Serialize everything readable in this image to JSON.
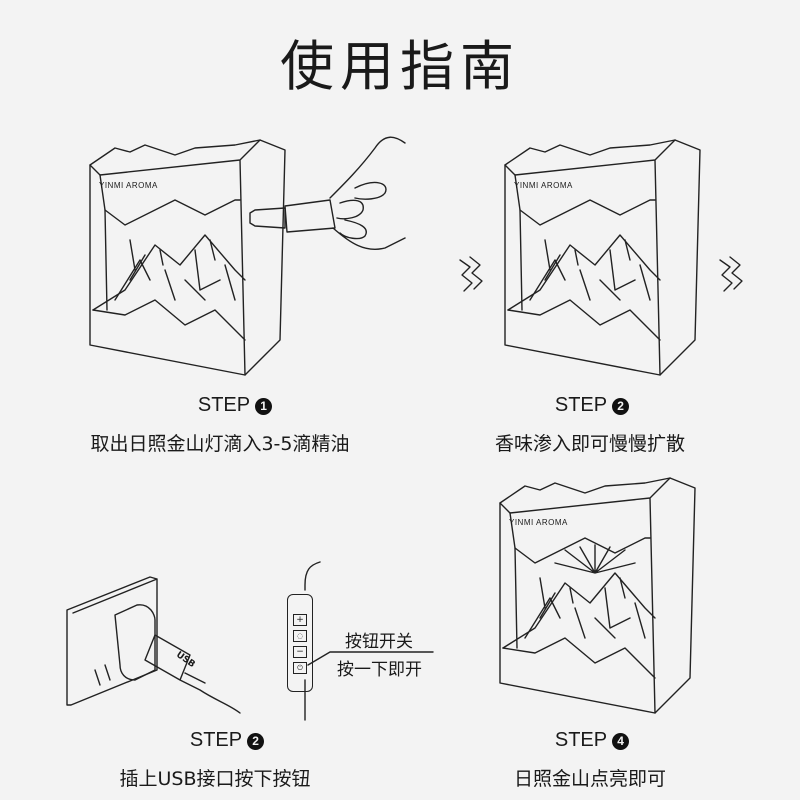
{
  "title": "使用指南",
  "brand_label": "YINMI AROMA",
  "steps": [
    {
      "label": "STEP",
      "number": "1",
      "description": "取出日照金山灯滴入3-5滴精油"
    },
    {
      "label": "STEP",
      "number": "2",
      "description": "香味渗入即可慢慢扩散"
    },
    {
      "label": "STEP",
      "number": "2",
      "description": "插上USB接口按下按钮"
    },
    {
      "label": "STEP",
      "number": "4",
      "description": "日照金山点亮即可"
    }
  ],
  "controller": {
    "button_label_line1": "按钮开关",
    "button_label_line2": "按一下即开",
    "buttons": [
      "+",
      "◌",
      "−",
      "⏻"
    ]
  },
  "usb_label": "USB"
}
